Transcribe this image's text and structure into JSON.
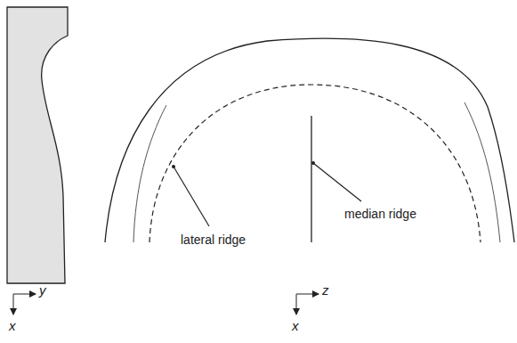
{
  "diagram": {
    "labels": [
      "lateral ridge",
      "median ridge",
      "y",
      "x",
      "z",
      "x"
    ]
  }
}
